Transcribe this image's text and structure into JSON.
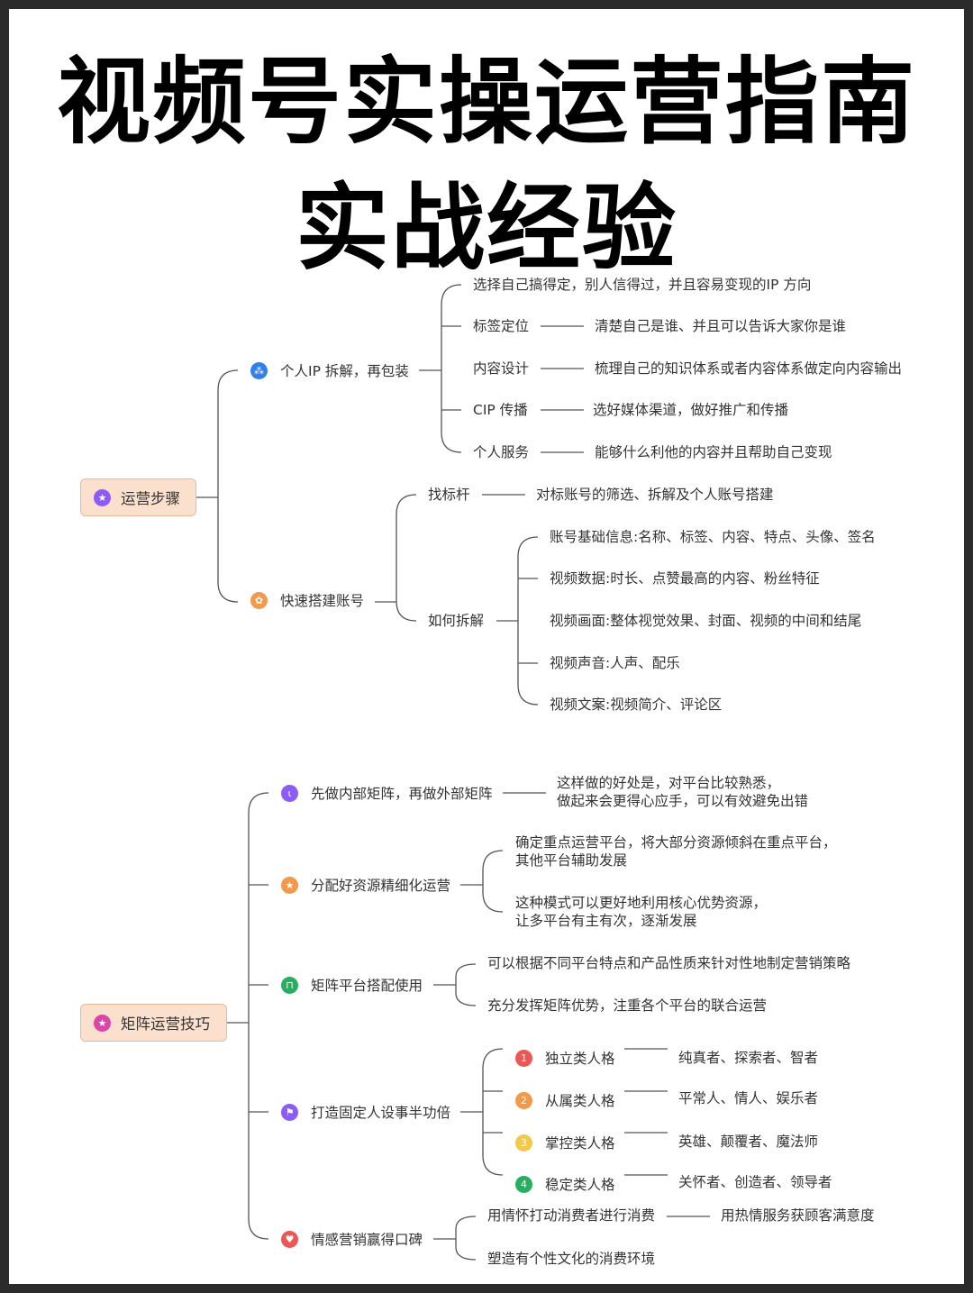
{
  "title": {
    "line1": "视频号实操运营指南",
    "line2": "实战经验"
  },
  "section1": {
    "root": {
      "label": "运营步骤",
      "icon": "star-icon",
      "color": "#8b5cf6"
    },
    "branch1": {
      "label": "个人IP 拆解，再包装",
      "icon": "people-icon",
      "color": "#2f80ed",
      "intro": "选择自己搞得定，别人信得过，并且容易变现的IP 方向",
      "items": [
        {
          "label": "标签定位",
          "desc": "清楚自己是谁、并且可以告诉大家你是谁"
        },
        {
          "label": "内容设计",
          "desc": "梳理自己的知识体系或者内容体系做定向内容输出"
        },
        {
          "label": "CIP 传播",
          "desc": "选好媒体渠道，做好推广和传播"
        },
        {
          "label": "个人服务",
          "desc": "能够什么利他的内容并且帮助自己变现"
        }
      ]
    },
    "branch2": {
      "label": "快速搭建账号",
      "icon": "gear-icon",
      "color": "#f2994a",
      "benchmark": {
        "label": "找标杆",
        "desc": "对标账号的筛选、拆解及个人账号搭建"
      },
      "breakdown": {
        "label": "如何拆解",
        "items": [
          "账号基础信息:名称、标签、内容、特点、头像、签名",
          "视频数据:时长、点赞最高的内容、粉丝特征",
          "视频画面:整体视觉效果、封面、视频的中间和结尾",
          "视频声音:人声、配乐",
          "视频文案:视频简介、评论区"
        ]
      }
    }
  },
  "section2": {
    "root": {
      "label": "矩阵运营技巧",
      "icon": "star-icon",
      "color": "#d946a8"
    },
    "b1": {
      "label": "先做内部矩阵，再做外部矩阵",
      "icon": "thermometer-icon",
      "color": "#8b5cf6",
      "desc1": "这样做的好处是，对平台比较熟悉，",
      "desc2": "做起来会更得心应手，可以有效避免出错"
    },
    "b2": {
      "label": "分配好资源精细化运营",
      "icon": "star-icon",
      "color": "#f2994a",
      "a1": "确定重点运营平台，将大部分资源倾斜在重点平台，",
      "a2": "其他平台辅助发展",
      "b1": "这种模式可以更好地利用核心优势资源，",
      "b2": "让多平台有主有次，逐渐发展"
    },
    "b3": {
      "label": "矩阵平台搭配使用",
      "icon": "lock-icon",
      "color": "#27ae60",
      "items": [
        "可以根据不同平台特点和产品性质来针对性地制定营销策略",
        "充分发挥矩阵优势，注重各个平台的联合运营"
      ]
    },
    "b4": {
      "label": "打造固定人设事半功倍",
      "icon": "flag-icon",
      "color": "#8b5cf6",
      "items": [
        {
          "num": "1",
          "color": "#eb5757",
          "label": "独立类人格",
          "desc": "纯真者、探索者、智者"
        },
        {
          "num": "2",
          "color": "#f2994a",
          "label": "从属类人格",
          "desc": "平常人、情人、娱乐者"
        },
        {
          "num": "3",
          "color": "#f2c94c",
          "label": "掌控类人格",
          "desc": "英雄、颠覆者、魔法师"
        },
        {
          "num": "4",
          "color": "#27ae60",
          "label": "稳定类人格",
          "desc": "关怀者、创造者、领导者"
        }
      ]
    },
    "b5": {
      "label": "情感营销赢得口碑",
      "icon": "heart-icon",
      "color": "#eb5757",
      "items": [
        {
          "label": "用情怀打动消费者进行消费",
          "desc": "用热情服务获顾客满意度"
        },
        {
          "label": "塑造有个性文化的消费环境"
        }
      ]
    }
  }
}
